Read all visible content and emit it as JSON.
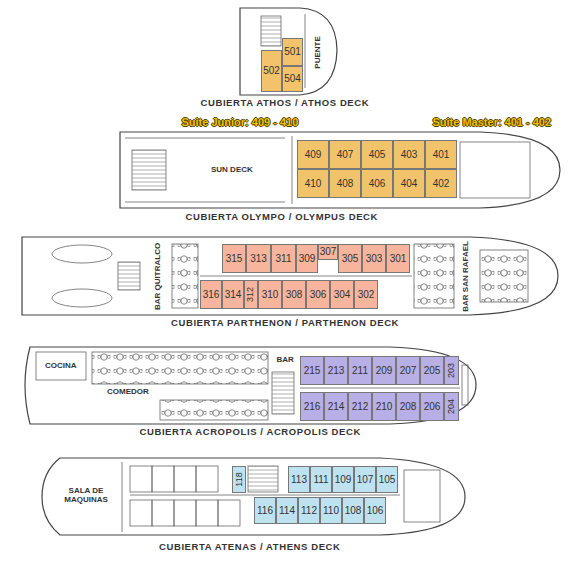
{
  "diagram": {
    "nodes": [
      {
        "text": [
          "501"
        ]
      },
      {
        "text": [
          "502"
        ]
      },
      {
        "text": [
          "504"
        ]
      },
      {
        "text": [
          "409"
        ]
      },
      {
        "text": [
          "407"
        ]
      },
      {
        "text": [
          "405"
        ]
      },
      {
        "text": [
          "403"
        ]
      },
      {
        "text": [
          "401"
        ]
      },
      {
        "text": [
          "410"
        ]
      },
      {
        "text": [
          "408"
        ]
      },
      {
        "text": [
          "406"
        ]
      },
      {
        "text": [
          "404"
        ]
      },
      {
        "text": [
          "402"
        ]
      },
      {
        "text": [
          "315"
        ]
      },
      {
        "text": [
          "313"
        ]
      },
      {
        "text": [
          "311"
        ]
      },
      {
        "text": [
          "309"
        ]
      },
      {
        "text": [
          "307"
        ]
      },
      {
        "text": [
          "305"
        ]
      },
      {
        "text": [
          "303"
        ]
      },
      {
        "text": [
          "301"
        ]
      },
      {
        "text": [
          "316"
        ]
      },
      {
        "text": [
          "314"
        ]
      },
      {
        "text": [
          "312"
        ]
      },
      {
        "text": [
          "310"
        ]
      },
      {
        "text": [
          "308"
        ]
      },
      {
        "text": [
          "306"
        ]
      },
      {
        "text": [
          "304"
        ]
      },
      {
        "text": [
          "302"
        ]
      },
      {
        "text": [
          "215"
        ]
      },
      {
        "text": [
          "213"
        ]
      },
      {
        "text": [
          "211"
        ]
      },
      {
        "text": [
          "209"
        ]
      },
      {
        "text": [
          "207"
        ]
      },
      {
        "text": [
          "205"
        ]
      },
      {
        "text": [
          "203"
        ]
      },
      {
        "text": [
          "216"
        ]
      },
      {
        "text": [
          "214"
        ]
      },
      {
        "text": [
          "212"
        ]
      },
      {
        "text": [
          "210"
        ]
      },
      {
        "text": [
          "208"
        ]
      },
      {
        "text": [
          "206"
        ]
      },
      {
        "text": [
          "204"
        ]
      },
      {
        "text": [
          "118"
        ]
      },
      {
        "text": [
          "113"
        ]
      },
      {
        "text": [
          "111"
        ]
      },
      {
        "text": [
          "109"
        ]
      },
      {
        "text": [
          "107"
        ]
      },
      {
        "text": [
          "105"
        ]
      },
      {
        "text": [
          "116"
        ]
      },
      {
        "text": [
          "114"
        ]
      },
      {
        "text": [
          "112"
        ]
      },
      {
        "text": [
          "110"
        ]
      },
      {
        "text": [
          "108"
        ]
      },
      {
        "text": [
          "106"
        ]
      }
    ],
    "labels": [
      "PUENTE",
      "CUBIERTA ATHOS / ATHOS DECK",
      "Suite Junior: 409 - 410",
      "Suite Master: 401 - 402",
      "SUN DECK",
      "CUBIERTA OLYMPO / OLYMPUS DECK",
      "BAR QUITRALCO",
      "BAR SAN RAFAEL",
      "CUBIERTA PARTHENON / PARTHENON DECK",
      "COCINA",
      "COMEDOR",
      "BAR",
      "CUBIERTA ACROPOLIS / ACROPOLIS DECK",
      "SALA DE MAQUINAS",
      "CUBIERTA ATENAS / ATHENS DECK"
    ]
  }
}
